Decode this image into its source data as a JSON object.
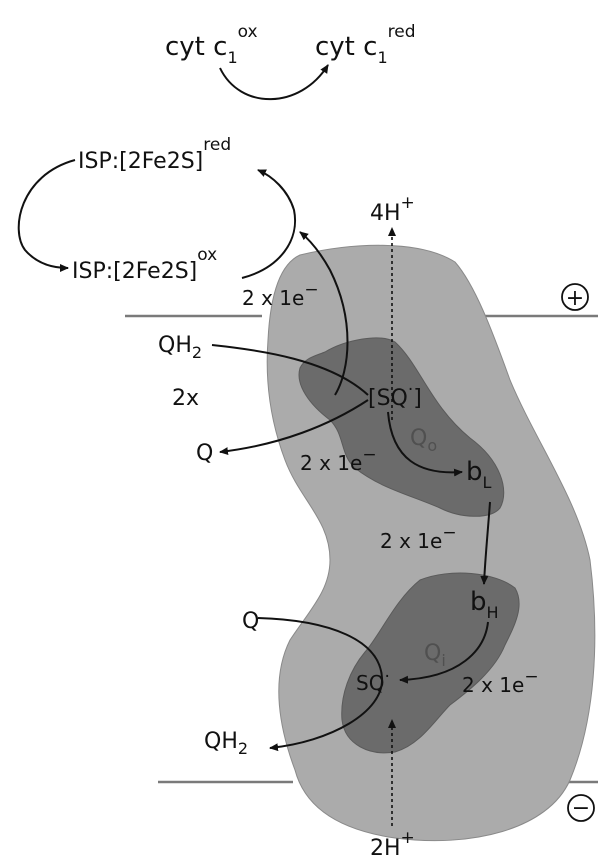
{
  "labels": {
    "cyt_ox": "cyt c",
    "cyt_ox_sub": "1",
    "cyt_ox_sup": "ox",
    "cyt_red": "cyt c",
    "cyt_red_sub": "1",
    "cyt_red_sup": "red",
    "isp_red": "ISP:[2Fe2S]",
    "isp_red_sup": "red",
    "isp_ox": "ISP:[2Fe2S]",
    "isp_ox_sup": "ox",
    "protons_top": "4H",
    "protons_top_sup": "+",
    "protons_bottom": "2H",
    "protons_bottom_sup": "+",
    "plus_symbol": "+",
    "minus_symbol": "−",
    "e_top_isp": "2 x 1e",
    "e_top_isp_sup": "−",
    "e_qo": "2 x 1e",
    "e_qo_sup": "−",
    "e_bl_bh": "2 x 1e",
    "e_bl_bh_sup": "−",
    "e_qi": "2 x 1e",
    "e_qi_sup": "−",
    "qh2_top": "QH",
    "qh2_top_sub": "2",
    "two_x": "2x",
    "q_top": "Q",
    "sq_qo": "[SQ",
    "sq_qo_sup": "·",
    "sq_qo_close": "]",
    "qo": "Q",
    "qo_sub": "o",
    "bl": "b",
    "bl_sub": "L",
    "bh": "b",
    "bh_sub": "H",
    "qi": "Q",
    "qi_sub": "i",
    "sq_qi": "SQ",
    "sq_qi_sup": "·",
    "q_bottom": "Q",
    "qh2_bottom": "QH",
    "qh2_bottom_sub": "2"
  },
  "colors": {
    "protein_light": "#ababab",
    "protein_dark": "#6b6b6b",
    "membrane": "#7a7a7a",
    "text": "#111111"
  }
}
